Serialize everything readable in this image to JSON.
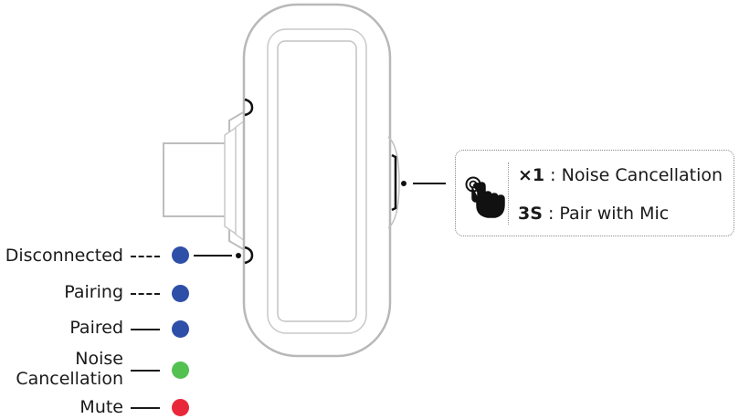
{
  "status_legend": [
    {
      "label": "Disconnected",
      "line_style": "dashed",
      "color": "#2e4fa8"
    },
    {
      "label": "Pairing",
      "line_style": "dotted",
      "color": "#2e4fa8"
    },
    {
      "label": "Paired",
      "line_style": "solid",
      "color": "#2e4fa8"
    },
    {
      "label_line1": "Noise",
      "label_line2": "Cancellation",
      "line_style": "solid",
      "color": "#52c152"
    },
    {
      "label": "Mute",
      "line_style": "solid",
      "color": "#e8283a"
    }
  ],
  "button_callout": {
    "press_once_key": "×1",
    "press_once_action": " : Noise Cancellation",
    "hold_key": "3S",
    "hold_action": " : Pair with Mic"
  },
  "icons": {
    "hand": "tap-hand-icon"
  }
}
